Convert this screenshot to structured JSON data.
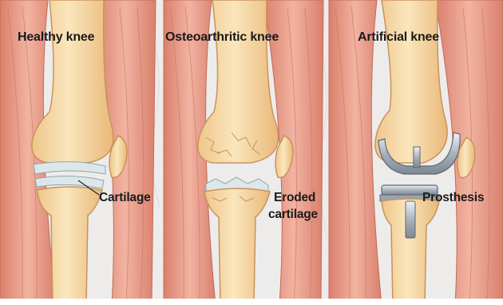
{
  "panels": [
    {
      "title": "Healthy knee",
      "label": "Cartilage"
    },
    {
      "title": "Osteoarthritic knee",
      "label_line1": "Eroded",
      "label_line2": "cartilage"
    },
    {
      "title": "Artificial knee",
      "label": "Prosthesis"
    }
  ],
  "colors": {
    "background": "#eeeceb",
    "muscle": "#e79a86",
    "bone": "#f5d7a0",
    "cartilage": "#dde7ea",
    "metal": "#b9c2cc"
  }
}
